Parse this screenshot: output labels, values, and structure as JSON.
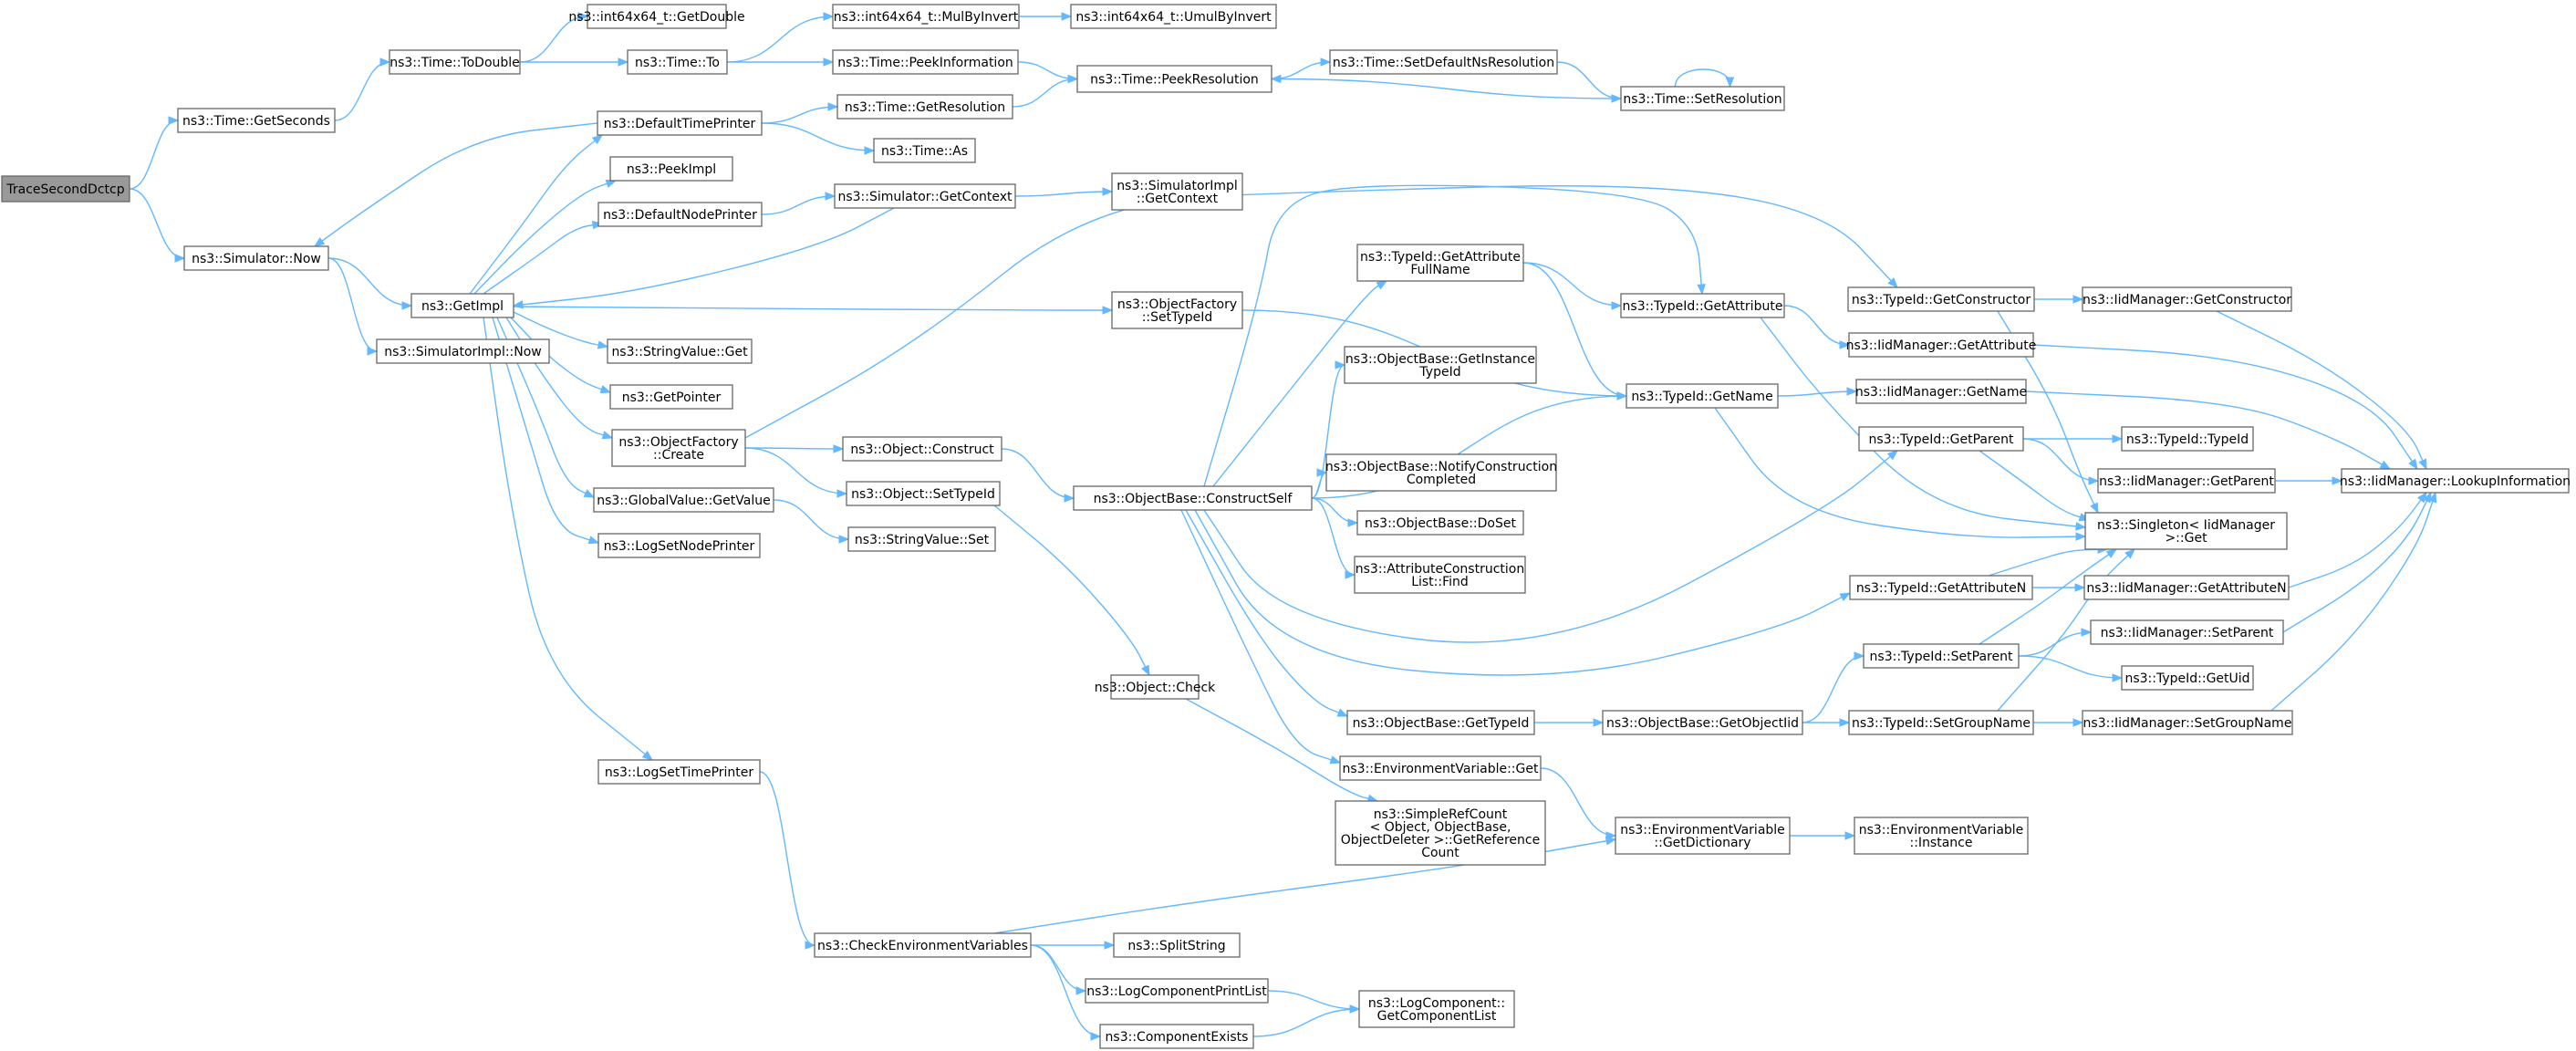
{
  "colors": {
    "edge": "#63b8ff",
    "node_border": "#666666",
    "node_fill": "#ffffff",
    "root_fill": "#999999"
  },
  "nodes": [
    {
      "id": "n_root",
      "lines": [
        "TraceSecondDctcp"
      ],
      "root": true
    },
    {
      "id": "n_getseconds",
      "lines": [
        "ns3::Time::GetSeconds"
      ]
    },
    {
      "id": "n_todouble",
      "lines": [
        "ns3::Time::ToDouble"
      ]
    },
    {
      "id": "n_int64getdouble",
      "lines": [
        "ns3::int64x64_t::GetDouble"
      ]
    },
    {
      "id": "n_timeto",
      "lines": [
        "ns3::Time::To"
      ]
    },
    {
      "id": "n_mulbyinvert",
      "lines": [
        "ns3::int64x64_t::MulByInvert"
      ]
    },
    {
      "id": "n_umulbyinvert",
      "lines": [
        "ns3::int64x64_t::UmulByInvert"
      ]
    },
    {
      "id": "n_peekinformation",
      "lines": [
        "ns3::Time::PeekInformation"
      ]
    },
    {
      "id": "n_peekresolution",
      "lines": [
        "ns3::Time::PeekResolution"
      ]
    },
    {
      "id": "n_setdefaultnsres",
      "lines": [
        "ns3::Time::SetDefaultNsResolution"
      ]
    },
    {
      "id": "n_setresolution",
      "lines": [
        "ns3::Time::SetResolution"
      ]
    },
    {
      "id": "n_simnow",
      "lines": [
        "ns3::Simulator::Now"
      ]
    },
    {
      "id": "n_getimpl",
      "lines": [
        "ns3::GetImpl"
      ]
    },
    {
      "id": "n_simimplnow",
      "lines": [
        "ns3::SimulatorImpl::Now"
      ]
    },
    {
      "id": "n_defaulttimeprinter",
      "lines": [
        "ns3::DefaultTimePrinter"
      ]
    },
    {
      "id": "n_getresolution",
      "lines": [
        "ns3::Time::GetResolution"
      ]
    },
    {
      "id": "n_timeas",
      "lines": [
        "ns3::Time::As"
      ]
    },
    {
      "id": "n_peekimpl",
      "lines": [
        "ns3::PeekImpl"
      ]
    },
    {
      "id": "n_defaultnodeprinter",
      "lines": [
        "ns3::DefaultNodePrinter"
      ]
    },
    {
      "id": "n_simgetcontext",
      "lines": [
        "ns3::Simulator::GetContext"
      ]
    },
    {
      "id": "n_simimplgetcontext",
      "lines": [
        "ns3::SimulatorImpl",
        "::GetContext"
      ]
    },
    {
      "id": "n_stringvalueget",
      "lines": [
        "ns3::StringValue::Get"
      ]
    },
    {
      "id": "n_getpointer",
      "lines": [
        "ns3::GetPointer"
      ]
    },
    {
      "id": "n_objfactorycreate",
      "lines": [
        "ns3::ObjectFactory",
        "::Create"
      ]
    },
    {
      "id": "n_objfactorysettypeid",
      "lines": [
        "ns3::ObjectFactory",
        "::SetTypeId"
      ]
    },
    {
      "id": "n_globalvaluegetvalue",
      "lines": [
        "ns3::GlobalValue::GetValue"
      ]
    },
    {
      "id": "n_logsetnodeprinter",
      "lines": [
        "ns3::LogSetNodePrinter"
      ]
    },
    {
      "id": "n_logsettimeprinter",
      "lines": [
        "ns3::LogSetTimePrinter"
      ]
    },
    {
      "id": "n_objectconstruct",
      "lines": [
        "ns3::Object::Construct"
      ]
    },
    {
      "id": "n_objectsettypeid",
      "lines": [
        "ns3::Object::SetTypeId"
      ]
    },
    {
      "id": "n_stringvalueset",
      "lines": [
        "ns3::StringValue::Set"
      ]
    },
    {
      "id": "n_constructself",
      "lines": [
        "ns3::ObjectBase::ConstructSelf"
      ]
    },
    {
      "id": "n_objectcheck",
      "lines": [
        "ns3::Object::Check"
      ]
    },
    {
      "id": "n_simplerefcount",
      "lines": [
        "ns3::SimpleRefCount",
        "< Object, ObjectBase,",
        "ObjectDeleter >::GetReference",
        "Count"
      ]
    },
    {
      "id": "n_getattrfullname",
      "lines": [
        "ns3::TypeId::GetAttribute",
        "FullName"
      ]
    },
    {
      "id": "n_getinstancetypeid",
      "lines": [
        "ns3::ObjectBase::GetInstance",
        "TypeId"
      ]
    },
    {
      "id": "n_notifyconstruction",
      "lines": [
        "ns3::ObjectBase::NotifyConstruction",
        "Completed"
      ]
    },
    {
      "id": "n_doset",
      "lines": [
        "ns3::ObjectBase::DoSet"
      ]
    },
    {
      "id": "n_attrconstfind",
      "lines": [
        "ns3::AttributeConstruction",
        "List::Find"
      ]
    },
    {
      "id": "n_objbasegettypeid",
      "lines": [
        "ns3::ObjectBase::GetTypeId"
      ]
    },
    {
      "id": "n_envvarget",
      "lines": [
        "ns3::EnvironmentVariable::Get"
      ]
    },
    {
      "id": "n_typeidgetattribute",
      "lines": [
        "ns3::TypeId::GetAttribute"
      ]
    },
    {
      "id": "n_typeidgetname",
      "lines": [
        "ns3::TypeId::GetName"
      ]
    },
    {
      "id": "n_typeidgetconstructor",
      "lines": [
        "ns3::TypeId::GetConstructor"
      ]
    },
    {
      "id": "n_typeidgetparent",
      "lines": [
        "ns3::TypeId::GetParent"
      ]
    },
    {
      "id": "n_typeidgetattributen",
      "lines": [
        "ns3::TypeId::GetAttributeN"
      ]
    },
    {
      "id": "n_typeidsetparent",
      "lines": [
        "ns3::TypeId::SetParent"
      ]
    },
    {
      "id": "n_typeidsetgroupname",
      "lines": [
        "ns3::TypeId::SetGroupName"
      ]
    },
    {
      "id": "n_getobjectiid",
      "lines": [
        "ns3::ObjectBase::GetObjectIid"
      ]
    },
    {
      "id": "n_envgetdictionary",
      "lines": [
        "ns3::EnvironmentVariable",
        "::GetDictionary"
      ]
    },
    {
      "id": "n_envinstance",
      "lines": [
        "ns3::EnvironmentVariable",
        "::Instance"
      ]
    },
    {
      "id": "n_iidgetconstructor",
      "lines": [
        "ns3::IidManager::GetConstructor"
      ]
    },
    {
      "id": "n_iidgetattribute",
      "lines": [
        "ns3::IidManager::GetAttribute"
      ]
    },
    {
      "id": "n_iidgetname",
      "lines": [
        "ns3::IidManager::GetName"
      ]
    },
    {
      "id": "n_typeidtypeid",
      "lines": [
        "ns3::TypeId::TypeId"
      ]
    },
    {
      "id": "n_iidgetparent",
      "lines": [
        "ns3::IidManager::GetParent"
      ]
    },
    {
      "id": "n_singletonget",
      "lines": [
        "ns3::Singleton< IidManager",
        ">::Get"
      ]
    },
    {
      "id": "n_iidgetattributen",
      "lines": [
        "ns3::IidManager::GetAttributeN"
      ]
    },
    {
      "id": "n_iidsetparent",
      "lines": [
        "ns3::IidManager::SetParent"
      ]
    },
    {
      "id": "n_typeidgetuid",
      "lines": [
        "ns3::TypeId::GetUid"
      ]
    },
    {
      "id": "n_iidsetgroupname",
      "lines": [
        "ns3::IidManager::SetGroupName"
      ]
    },
    {
      "id": "n_iidlookupinfo",
      "lines": [
        "ns3::IidManager::LookupInformation"
      ]
    },
    {
      "id": "n_checkenvvars",
      "lines": [
        "ns3::CheckEnvironmentVariables"
      ]
    },
    {
      "id": "n_splitstring",
      "lines": [
        "ns3::SplitString"
      ]
    },
    {
      "id": "n_logcompprintlist",
      "lines": [
        "ns3::LogComponentPrintList"
      ]
    },
    {
      "id": "n_componentexists",
      "lines": [
        "ns3::ComponentExists"
      ]
    },
    {
      "id": "n_logcompgetlist",
      "lines": [
        "ns3::LogComponent::",
        "GetComponentList"
      ]
    }
  ],
  "edges": [
    [
      "n_root",
      "n_getseconds"
    ],
    [
      "n_root",
      "n_simnow"
    ],
    [
      "n_getseconds",
      "n_todouble"
    ],
    [
      "n_todouble",
      "n_int64getdouble"
    ],
    [
      "n_todouble",
      "n_timeto"
    ],
    [
      "n_timeto",
      "n_mulbyinvert"
    ],
    [
      "n_timeto",
      "n_peekinformation"
    ],
    [
      "n_mulbyinvert",
      "n_umulbyinvert"
    ],
    [
      "n_peekinformation",
      "n_peekresolution"
    ],
    [
      "n_peekresolution",
      "n_setdefaultnsres"
    ],
    [
      "n_setdefaultnsres",
      "n_setresolution"
    ],
    [
      "n_setresolution",
      "n_peekresolution"
    ],
    [
      "n_setresolution",
      "n_setresolution"
    ],
    [
      "n_getresolution",
      "n_peekresolution"
    ],
    [
      "n_simnow",
      "n_getimpl"
    ],
    [
      "n_simnow",
      "n_simimplnow"
    ],
    [
      "n_getimpl",
      "n_defaulttimeprinter"
    ],
    [
      "n_getimpl",
      "n_peekimpl"
    ],
    [
      "n_getimpl",
      "n_defaultnodeprinter"
    ],
    [
      "n_getimpl",
      "n_objfactorysettypeid"
    ],
    [
      "n_getimpl",
      "n_stringvalueget"
    ],
    [
      "n_getimpl",
      "n_getpointer"
    ],
    [
      "n_getimpl",
      "n_objfactorycreate"
    ],
    [
      "n_getimpl",
      "n_globalvaluegetvalue"
    ],
    [
      "n_getimpl",
      "n_logsetnodeprinter"
    ],
    [
      "n_getimpl",
      "n_logsettimeprinter"
    ],
    [
      "n_defaulttimeprinter",
      "n_simnow"
    ],
    [
      "n_defaulttimeprinter",
      "n_getresolution"
    ],
    [
      "n_defaulttimeprinter",
      "n_timeas"
    ],
    [
      "n_defaultnodeprinter",
      "n_simgetcontext"
    ],
    [
      "n_simgetcontext",
      "n_simimplgetcontext"
    ],
    [
      "n_simgetcontext",
      "n_getimpl"
    ],
    [
      "n_objfactorycreate",
      "n_objectconstruct"
    ],
    [
      "n_objfactorycreate",
      "n_objectsettypeid"
    ],
    [
      "n_objfactorycreate",
      "n_typeidgetconstructor"
    ],
    [
      "n_objfactorysettypeid",
      "n_typeidgetname"
    ],
    [
      "n_globalvaluegetvalue",
      "n_stringvalueset"
    ],
    [
      "n_logsettimeprinter",
      "n_checkenvvars"
    ],
    [
      "n_objectconstruct",
      "n_constructself"
    ],
    [
      "n_objectsettypeid",
      "n_objectcheck"
    ],
    [
      "n_objectcheck",
      "n_simplerefcount"
    ],
    [
      "n_constructself",
      "n_getattrfullname"
    ],
    [
      "n_constructself",
      "n_typeidgetattribute"
    ],
    [
      "n_constructself",
      "n_getinstancetypeid"
    ],
    [
      "n_constructself",
      "n_typeidgetname"
    ],
    [
      "n_constructself",
      "n_notifyconstruction"
    ],
    [
      "n_constructself",
      "n_doset"
    ],
    [
      "n_constructself",
      "n_attrconstfind"
    ],
    [
      "n_constructself",
      "n_typeidgetparent"
    ],
    [
      "n_constructself",
      "n_typeidgetattributen"
    ],
    [
      "n_constructself",
      "n_objbasegettypeid"
    ],
    [
      "n_constructself",
      "n_envvarget"
    ],
    [
      "n_getattrfullname",
      "n_typeidgetattribute"
    ],
    [
      "n_getattrfullname",
      "n_typeidgetname"
    ],
    [
      "n_typeidgetattribute",
      "n_iidgetattribute"
    ],
    [
      "n_typeidgetattribute",
      "n_singletonget"
    ],
    [
      "n_typeidgetname",
      "n_iidgetname"
    ],
    [
      "n_typeidgetname",
      "n_singletonget"
    ],
    [
      "n_typeidgetconstructor",
      "n_iidgetconstructor"
    ],
    [
      "n_typeidgetconstructor",
      "n_singletonget"
    ],
    [
      "n_typeidgetparent",
      "n_typeidtypeid"
    ],
    [
      "n_typeidgetparent",
      "n_iidgetparent"
    ],
    [
      "n_typeidgetparent",
      "n_singletonget"
    ],
    [
      "n_typeidgetattributen",
      "n_iidgetattributen"
    ],
    [
      "n_typeidgetattributen",
      "n_singletonget"
    ],
    [
      "n_typeidsetparent",
      "n_iidsetparent"
    ],
    [
      "n_typeidsetparent",
      "n_typeidgetuid"
    ],
    [
      "n_typeidsetparent",
      "n_singletonget"
    ],
    [
      "n_typeidsetgroupname",
      "n_iidsetgroupname"
    ],
    [
      "n_typeidsetgroupname",
      "n_singletonget"
    ],
    [
      "n_objbasegettypeid",
      "n_getobjectiid"
    ],
    [
      "n_getobjectiid",
      "n_typeidsetparent"
    ],
    [
      "n_getobjectiid",
      "n_typeidsetgroupname"
    ],
    [
      "n_envvarget",
      "n_envgetdictionary"
    ],
    [
      "n_envgetdictionary",
      "n_envinstance"
    ],
    [
      "n_iidgetconstructor",
      "n_iidlookupinfo"
    ],
    [
      "n_iidgetattribute",
      "n_iidlookupinfo"
    ],
    [
      "n_iidgetname",
      "n_iidlookupinfo"
    ],
    [
      "n_iidgetparent",
      "n_iidlookupinfo"
    ],
    [
      "n_iidgetattributen",
      "n_iidlookupinfo"
    ],
    [
      "n_iidsetparent",
      "n_iidlookupinfo"
    ],
    [
      "n_iidsetgroupname",
      "n_iidlookupinfo"
    ],
    [
      "n_checkenvvars",
      "n_envgetdictionary"
    ],
    [
      "n_checkenvvars",
      "n_splitstring"
    ],
    [
      "n_checkenvvars",
      "n_logcompprintlist"
    ],
    [
      "n_checkenvvars",
      "n_componentexists"
    ],
    [
      "n_logcompprintlist",
      "n_logcompgetlist"
    ],
    [
      "n_componentexists",
      "n_logcompgetlist"
    ]
  ]
}
